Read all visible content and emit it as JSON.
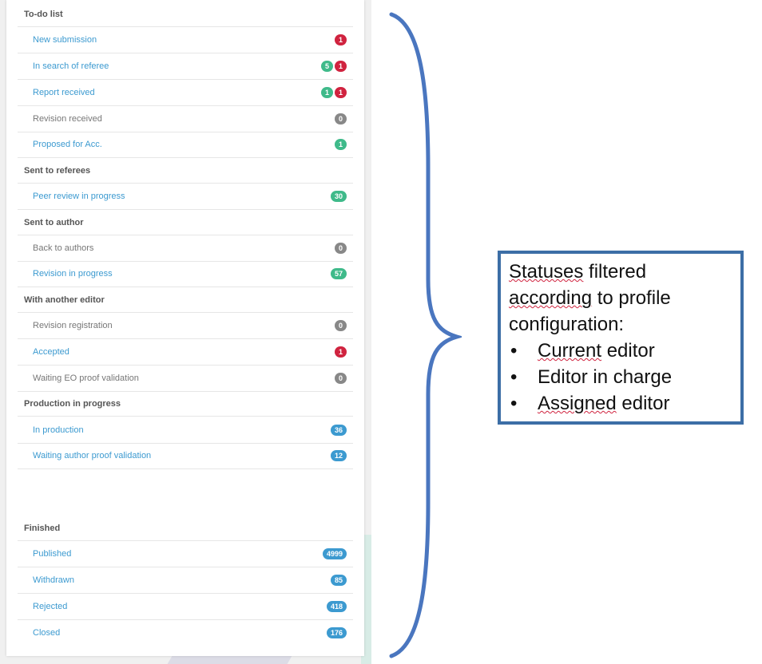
{
  "sections": {
    "todo": {
      "title": "To-do list",
      "items": [
        {
          "label": "New submission",
          "badges": [
            {
              "value": "1",
              "color": "red"
            }
          ]
        },
        {
          "label": "In search of referee",
          "badges": [
            {
              "value": "5",
              "color": "green"
            },
            {
              "value": "1",
              "color": "red"
            }
          ]
        },
        {
          "label": "Report received",
          "badges": [
            {
              "value": "1",
              "color": "green"
            },
            {
              "value": "1",
              "color": "red"
            }
          ]
        },
        {
          "label": "Revision received",
          "badges": [
            {
              "value": "0",
              "color": "gray"
            }
          ]
        },
        {
          "label": "Proposed for Acc.",
          "badges": [
            {
              "value": "1",
              "color": "green"
            }
          ]
        }
      ]
    },
    "sent_referees": {
      "title": "Sent to referees",
      "items": [
        {
          "label": "Peer review in progress",
          "badges": [
            {
              "value": "30",
              "color": "green"
            }
          ]
        }
      ]
    },
    "sent_author": {
      "title": "Sent to author",
      "items": [
        {
          "label": "Back to authors",
          "badges": [
            {
              "value": "0",
              "color": "gray"
            }
          ]
        },
        {
          "label": "Revision in progress",
          "badges": [
            {
              "value": "57",
              "color": "green"
            }
          ]
        }
      ]
    },
    "another_editor": {
      "title": "With another editor",
      "items": [
        {
          "label": "Revision registration",
          "badges": [
            {
              "value": "0",
              "color": "gray"
            }
          ]
        },
        {
          "label": "Accepted",
          "badges": [
            {
              "value": "1",
              "color": "red"
            }
          ]
        },
        {
          "label": "Waiting EO proof validation",
          "badges": [
            {
              "value": "0",
              "color": "gray"
            }
          ]
        }
      ]
    },
    "production": {
      "title": "Production in progress",
      "items": [
        {
          "label": "In production",
          "badges": [
            {
              "value": "36",
              "color": "blue"
            }
          ]
        },
        {
          "label": "Waiting author proof validation",
          "badges": [
            {
              "value": "12",
              "color": "blue"
            }
          ]
        }
      ]
    },
    "finished": {
      "title": "Finished",
      "items": [
        {
          "label": "Published",
          "badges": [
            {
              "value": "4999",
              "color": "blue"
            }
          ]
        },
        {
          "label": "Withdrawn",
          "badges": [
            {
              "value": "85",
              "color": "blue"
            }
          ]
        },
        {
          "label": "Rejected",
          "badges": [
            {
              "value": "418",
              "color": "blue"
            }
          ]
        },
        {
          "label": "Closed",
          "badges": [
            {
              "value": "176",
              "color": "blue"
            }
          ]
        }
      ]
    }
  },
  "callout": {
    "line1_a": "Statuses",
    "line1_b": " filtered",
    "line2_a": "according",
    "line2_b": " to profile",
    "line3": "configuration:",
    "bullets": [
      {
        "a": "Current",
        "b": " editor"
      },
      {
        "a": "Editor in charge",
        "b": ""
      },
      {
        "a": "Assigned",
        "b": " editor"
      }
    ]
  },
  "colors": {
    "red": "#d0233f",
    "green": "#3fba8a",
    "gray": "#888888",
    "blue": "#3c9ad0",
    "callout_border": "#3c6ea6",
    "brace": "#4a76bf"
  }
}
